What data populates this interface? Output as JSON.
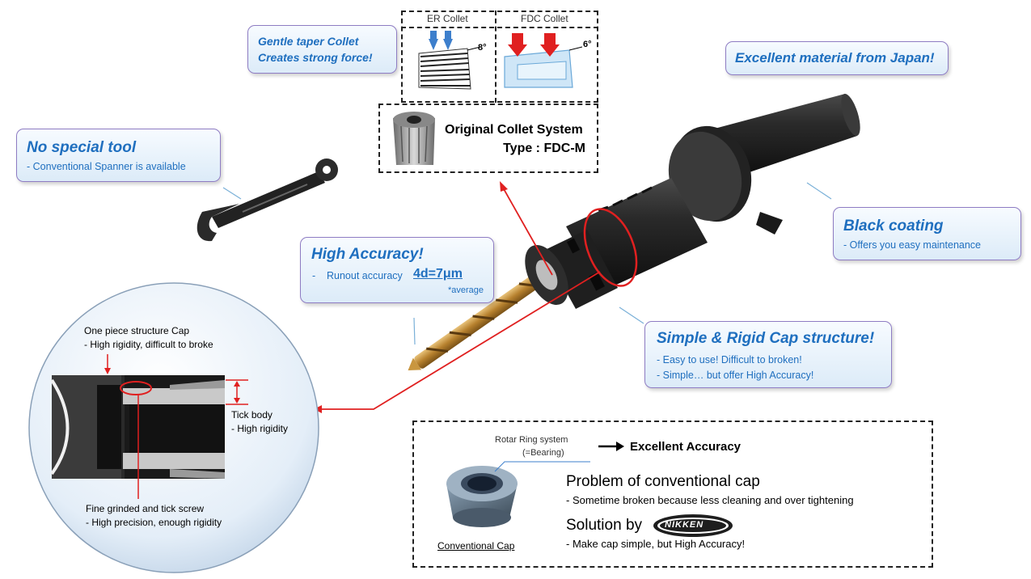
{
  "collet_compare": {
    "er_label": "ER Collet",
    "fdc_label": "FDC Collet",
    "er_angle": "8°",
    "fdc_angle": "6°"
  },
  "gentle_taper": {
    "line1": "Gentle taper Collet",
    "line2": "Creates strong force!"
  },
  "original_system": {
    "line1": "Original Collet System",
    "line2": "Type : FDC-M"
  },
  "excellent_material": {
    "title": "Excellent material from Japan!"
  },
  "no_special_tool": {
    "title": "No special tool",
    "sub": "- Conventional Spanner is available"
  },
  "black_coating": {
    "title": "Black coating",
    "sub": "- Offers you easy maintenance"
  },
  "high_accuracy": {
    "title": "High Accuracy!",
    "bullet": "-",
    "text": "Runout accuracy",
    "value": "4d=7μm",
    "note": "*average"
  },
  "simple_rigid": {
    "title": "Simple & Rigid Cap structure!",
    "sub1": "- Easy to use! Difficult to broken!",
    "sub2": "- Simple… but offer High Accuracy!"
  },
  "cross_section": {
    "cap_line1": "One piece structure Cap",
    "cap_line2": "- High rigidity, difficult to broke",
    "tick_line1": "Tick body",
    "tick_line2": "- High rigidity",
    "screw_line1": "Fine grinded and tick screw",
    "screw_line2": "- High precision, enough rigidity"
  },
  "bottom_box": {
    "rotar_line1": "Rotar Ring system",
    "rotar_line2": "(=Bearing)",
    "excellent_accuracy": "Excellent Accuracy",
    "problem_title": "Problem of conventional cap",
    "problem_text": "- Sometime broken because less cleaning and over tightening",
    "solution_title": "Solution by",
    "solution_text": "- Make cap simple, but High Accuracy!",
    "conventional_cap": "Conventional Cap",
    "logo_text": "NIKKEN"
  },
  "colors": {
    "accent_blue": "#1f6fbf",
    "callout_border": "#8e7cc3",
    "pointer_red": "#e02020"
  }
}
